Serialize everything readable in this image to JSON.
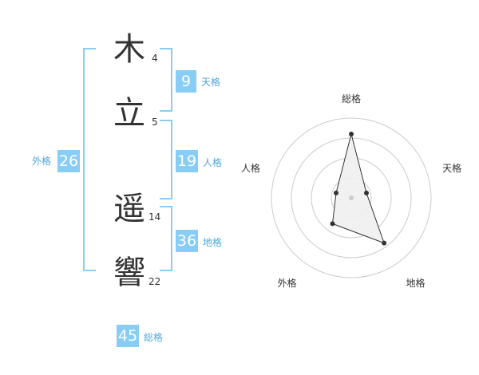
{
  "name": {
    "chars": [
      {
        "char": "木",
        "strokes": "4"
      },
      {
        "char": "立",
        "strokes": "5"
      },
      {
        "char": "遥",
        "strokes": "14"
      },
      {
        "char": "響",
        "strokes": "22"
      }
    ]
  },
  "fortunes": {
    "tenkaku": {
      "value": "9",
      "label": "天格"
    },
    "jinkaku": {
      "value": "19",
      "label": "人格"
    },
    "chikaku": {
      "value": "36",
      "label": "地格"
    },
    "gaikaku": {
      "value": "26",
      "label": "外格"
    },
    "soukaku": {
      "value": "45",
      "label": "総格"
    }
  },
  "chart_data": {
    "type": "radar",
    "axes": [
      "総格",
      "天格",
      "地格",
      "外格",
      "人格"
    ],
    "values": [
      4.0,
      1.0,
      3.5,
      2.0,
      1.0
    ],
    "max": 5,
    "rings": 4,
    "colors": {
      "fill": "#f0f0f0",
      "stroke": "#333333",
      "ring": "#cccccc",
      "center": "#cccccc"
    }
  },
  "colors": {
    "accent": "#87cdf5",
    "label": "#4fa8dc"
  }
}
